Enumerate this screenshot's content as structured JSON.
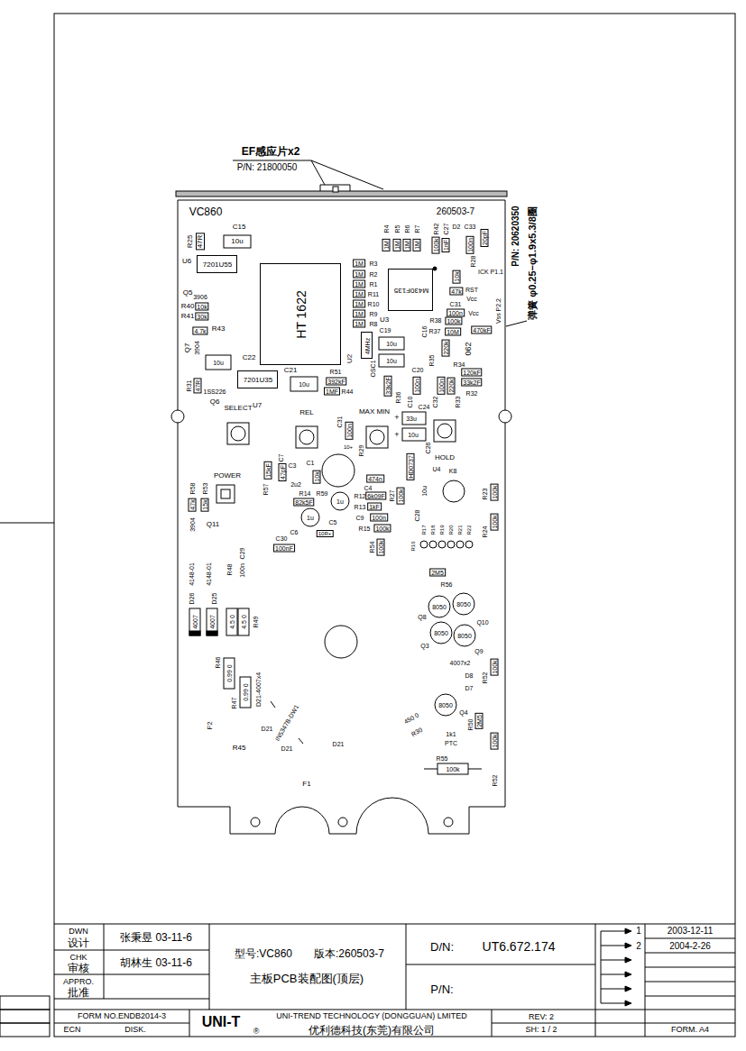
{
  "diagram": {
    "nodes": [
      {
        "text": [
          "VC860",
          "260503-7"
        ]
      },
      {
        "text": [
          "HT 1622"
        ],
        "in": 0
      },
      {
        "text": [
          "M430F135"
        ],
        "in": 0
      },
      {
        "text": [
          "7201U55"
        ],
        "in": 0
      },
      {
        "text": [
          "7201U35"
        ],
        "in": 0
      },
      {
        "text": [
          "4MHz"
        ],
        "in": 0
      },
      {
        "text": [
          "DWN",
          "设计"
        ]
      },
      {
        "text": [
          "张秉昱 03-11-6"
        ]
      },
      {
        "text": [
          "CHK",
          "审核"
        ]
      },
      {
        "text": [
          "胡林生 03-11-6"
        ]
      },
      {
        "text": [
          "APPRO.",
          "批准"
        ]
      },
      {
        "text": [
          "型号:VC860",
          "版本:260503-7",
          "主板PCB装配图(顶层)"
        ]
      },
      {
        "text": [
          "D/N:",
          "UT6.672.174"
        ]
      },
      {
        "text": [
          "P/N:"
        ]
      }
    ],
    "labels": [
      "EF感应片x2",
      "P/N: 21800050",
      "P/N: 20620350",
      "弹簧 φ0.25−φ1.9x5.3/8圈",
      "R25",
      "47R",
      "C15",
      "10u",
      "U6",
      "R4",
      "R5",
      "R6",
      "R7",
      "1M",
      "1M",
      "1M",
      "1M",
      "R42",
      "100k",
      "C27",
      "1nF",
      "D2",
      "C33",
      "100n",
      "20pF",
      "R3",
      "1M",
      "R2",
      "1M",
      "R1",
      "1M",
      "R11",
      "1M",
      "R10",
      "1M",
      "R9",
      "1M",
      "R8",
      "1M",
      "U3",
      "R28",
      "10k",
      "47k",
      "ICK P1.1",
      "RST",
      "Vcc",
      "C31",
      "100n",
      "Vcc",
      "Vss P2.2",
      "R38",
      "100k",
      "470kF",
      "C19",
      "10u",
      "C16",
      "R37",
      "10M",
      "220k",
      "062",
      "R34",
      "120kF",
      "33k2F",
      "R32",
      "10u",
      "C20",
      "R35",
      "OSC1",
      "U2",
      "33k2F",
      "R36",
      "C10",
      "100n",
      "C32",
      "100n",
      "R33",
      "220k",
      "Q5",
      "3906",
      "R40",
      "10k",
      "R41",
      "30k",
      "4.7k",
      "R43",
      "Q7",
      "3904",
      "C22",
      "10u",
      "R31",
      "47R",
      "1SS226",
      "Q6",
      "U7",
      "C21",
      "10u",
      "R51",
      "392kF",
      "1MF",
      "R44",
      "SELECT",
      "REL",
      "MAX MIN",
      "HOLD",
      "C24",
      "33u",
      "+",
      "10u",
      "+",
      "C26",
      "C31",
      "100n",
      "10+",
      "R29",
      "POWER",
      "R58",
      "47k",
      "R53",
      "15k",
      "3904",
      "Q11",
      "4148-01",
      "D26",
      "4148-01",
      "D25",
      "R48",
      "C29",
      "100n",
      "4007",
      "4007",
      "4.5 0",
      "4.5 0",
      "R49",
      "R46",
      "0.99 0",
      "R47",
      "0.99 0",
      "D21-4007x4",
      "IN5347B-DW1",
      "D21",
      "D21",
      "D21",
      "R45",
      "F2",
      "F1",
      "R57",
      "15kF",
      "C7",
      "47pF",
      "C3",
      "2u2",
      "C1",
      "10k",
      "R14",
      "82k5F",
      "R59",
      "1u",
      "1u",
      "C5",
      "C6",
      "10R+",
      "C4",
      "474n",
      "R12",
      "6k09F",
      "R13",
      "1kF",
      "C9",
      "100n",
      "R15",
      "100k",
      "C30",
      "100nF",
      "HD0737",
      "R27",
      "100k",
      "10u",
      "C28",
      "U4",
      "K8",
      "R23",
      "100k",
      "R24",
      "100k",
      "R17",
      "R18",
      "R19",
      "R20",
      "R21",
      "R22",
      "R16",
      "R54",
      "100k",
      "2M5",
      "R56",
      "8050",
      "8050",
      "8050",
      "8050",
      "Q8",
      "Q10",
      "Q3",
      "Q9",
      "4007x2",
      "D8",
      "D7",
      "R52",
      "100k",
      "8050",
      "Q4",
      "R50",
      "2M5",
      "1k1",
      "PTC",
      "100k",
      "R55",
      "100k",
      "R52",
      "450 0",
      "R30",
      "1",
      "2003-12-11",
      "2",
      "2004-2-26",
      "FORM NO.ENDB2014-3",
      "ECN",
      "DISK.",
      "UNI-T",
      "®",
      "UNI-TREND TECHNOLOGY (DONGGUAN) LMITED",
      "优利德科技(东莞)有限公司",
      "REV: 2",
      "SH: 1 / 2",
      "FORM. A4"
    ]
  }
}
